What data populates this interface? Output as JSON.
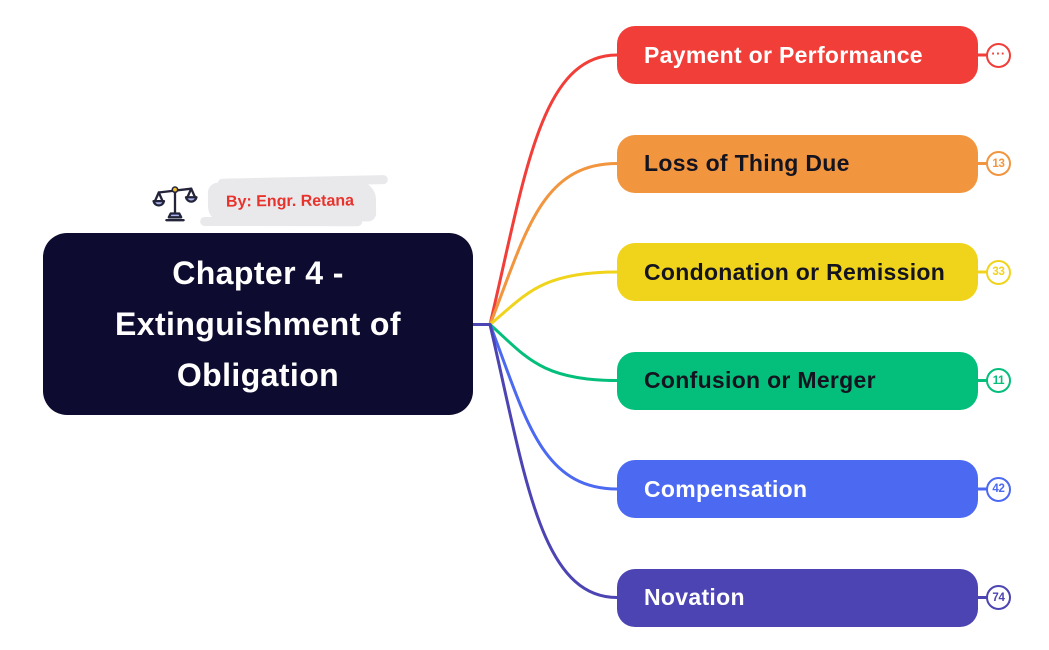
{
  "canvas": {
    "background": "#ffffff"
  },
  "author": {
    "text": "By: Engr. Retana",
    "text_color": "#e8332c",
    "highlight_color": "#e9e8eb",
    "icon": "balance-scale-icon",
    "icon_colors": {
      "outline": "#23233a",
      "pans": "#aab4ee",
      "pivot_dot": "#f2c12b"
    }
  },
  "center": {
    "title": "Chapter 4 - Extinguishment of Obligation",
    "title_lines": [
      "Chapter 4 -",
      "Extinguishment of",
      "Obligation"
    ],
    "background": "#0d0c30",
    "text_color": "#ffffff"
  },
  "branches": [
    {
      "label": "Payment or Performance",
      "badge": "···",
      "color": "#f23e38",
      "text_color": "#ffffff"
    },
    {
      "label": "Loss of Thing Due",
      "badge": "13",
      "color": "#f2953f",
      "text_color": "#141420"
    },
    {
      "label": "Condonation or Remission",
      "badge": "33",
      "color": "#f0d41c",
      "text_color": "#141420"
    },
    {
      "label": "Confusion or Merger",
      "badge": "11",
      "color": "#04bf7b",
      "text_color": "#141420"
    },
    {
      "label": "Compensation",
      "badge": "42",
      "color": "#4c69f2",
      "text_color": "#ffffff"
    },
    {
      "label": "Novation",
      "badge": "74",
      "color": "#4c44b3",
      "text_color": "#ffffff"
    }
  ]
}
